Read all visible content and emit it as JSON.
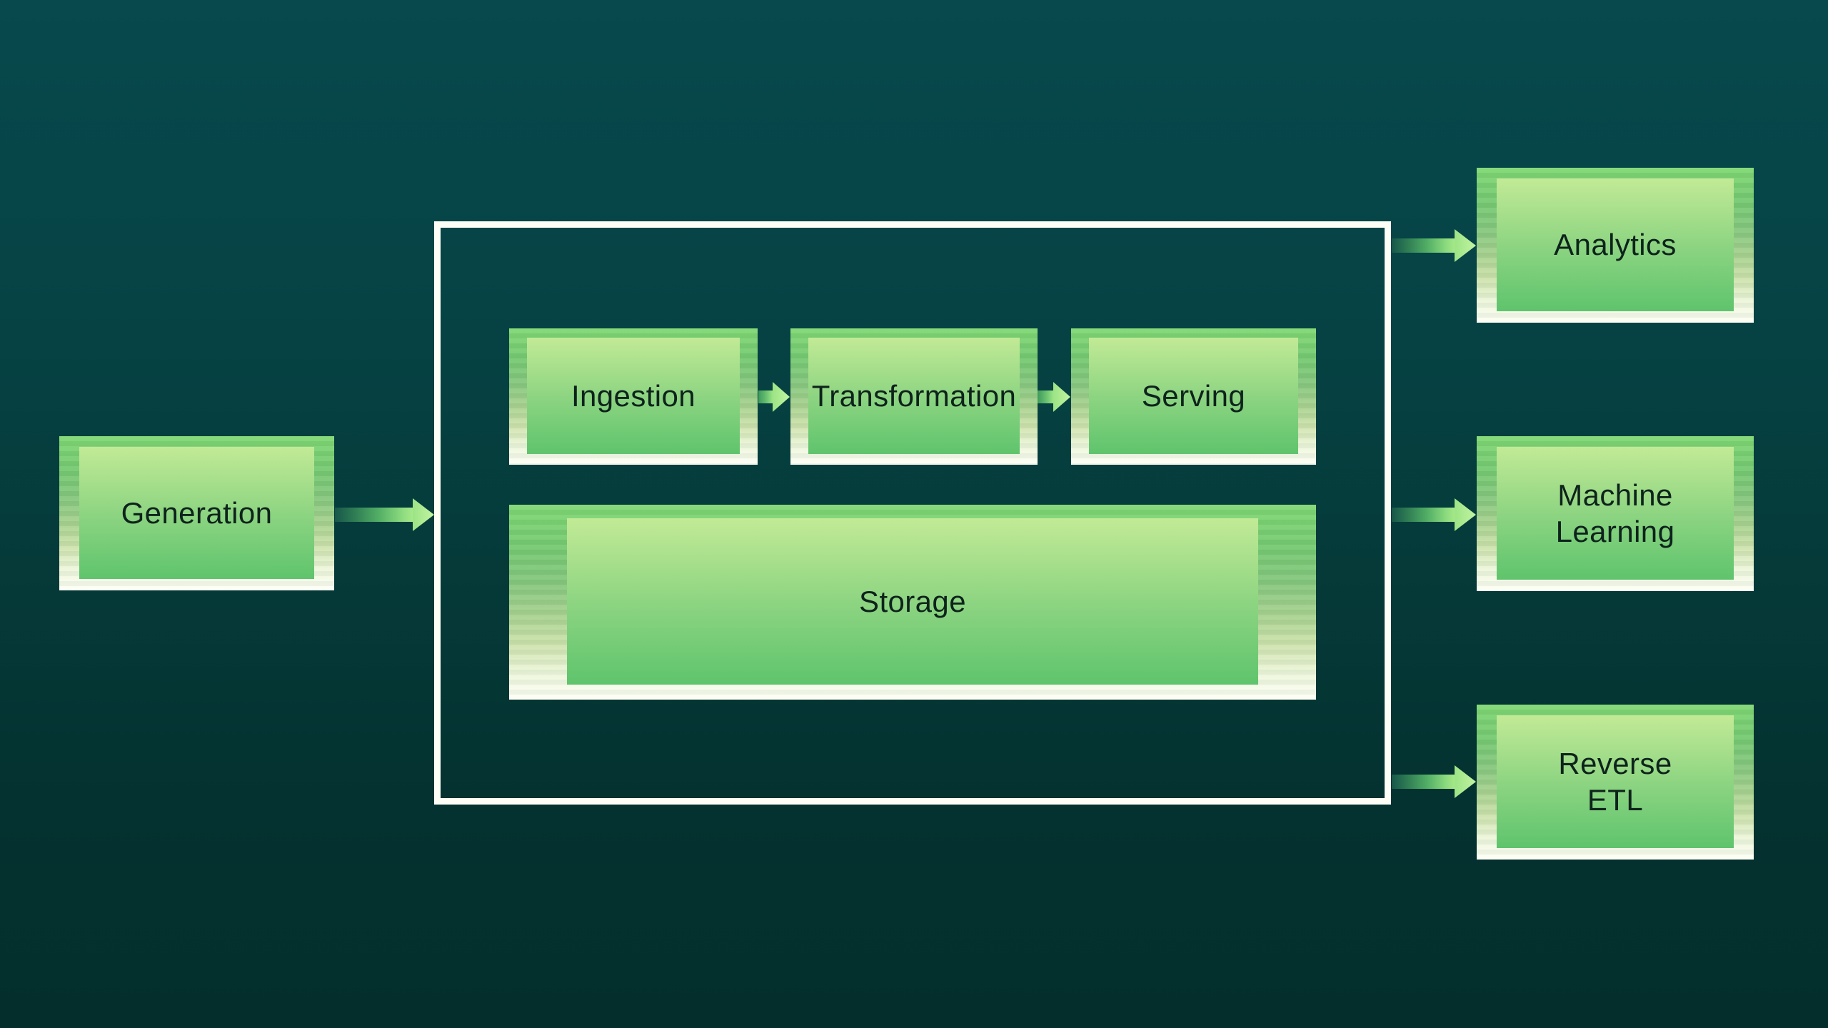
{
  "diagram": {
    "nodes": {
      "generation": {
        "label": "Generation"
      },
      "ingestion": {
        "label": "Ingestion"
      },
      "transformation": {
        "label": "Transformation"
      },
      "serving": {
        "label": "Serving"
      },
      "storage": {
        "label": "Storage"
      },
      "analytics": {
        "label": "Analytics"
      },
      "machine_learning": {
        "label": "Machine\nLearning"
      },
      "reverse_etl": {
        "label": "Reverse\nETL"
      }
    },
    "colors": {
      "background_top": "#07494d",
      "background_bottom": "#032e2b",
      "node_frame_top": "#80d873",
      "node_frame_bottom": "#fefff6",
      "node_panel_top": "#c2ea96",
      "node_panel_bottom": "#5fc46d",
      "boundary_border": "#fdfef6",
      "arrow_dark": "#17564a",
      "arrow_light": "#c3f4a3",
      "label_text": "#0e231c"
    }
  }
}
